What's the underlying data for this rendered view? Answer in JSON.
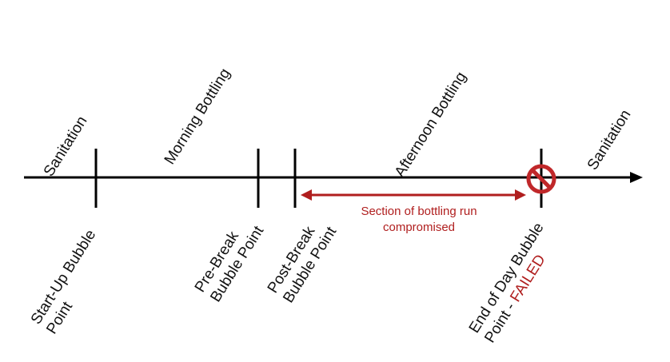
{
  "phases": {
    "sanitation_start": "Sanitation",
    "morning": "Morning Bottling",
    "afternoon": "Afternoon Bottling",
    "sanitation_end": "Sanitation"
  },
  "checkpoints": {
    "startup": {
      "line1": "Start-Up Bubble",
      "line2": "Point"
    },
    "prebreak": {
      "line1": "Pre-Break",
      "line2": "Bubble Point"
    },
    "postbreak": {
      "line1": "Post-Break",
      "line2": "Bubble Point"
    },
    "endofday": {
      "line1": "End of Day Bubble",
      "line2_prefix": "Point - ",
      "status": "FAILED"
    }
  },
  "compromised_note": {
    "line1": "Section of bottling run",
    "line2": "compromised"
  },
  "colors": {
    "line": "#000000",
    "alert": "#b01e1e",
    "text": "#111111"
  },
  "icons": {
    "failed_marker": "prohibited-circle-icon"
  }
}
